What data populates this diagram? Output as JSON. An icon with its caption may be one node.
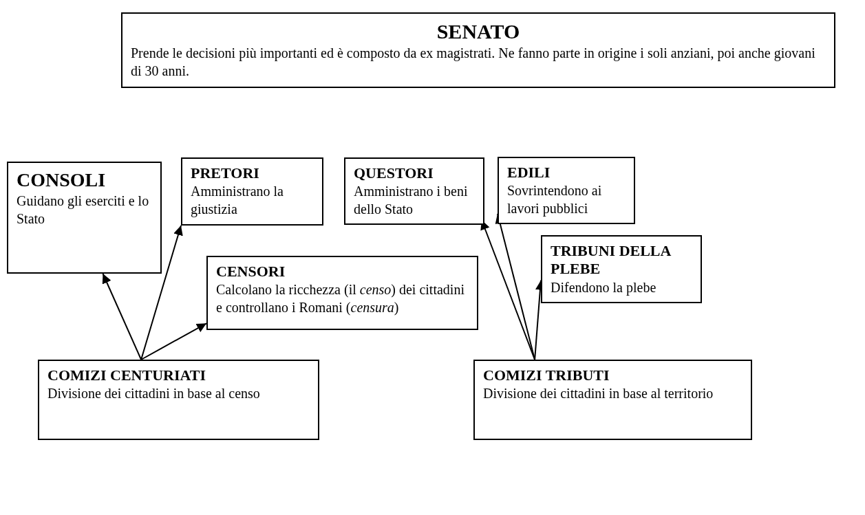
{
  "diagram": {
    "nodes": [
      {
        "text": [
          "SENATO",
          "Prende le decisioni più importanti ed è composto da ex magistrati. Ne fanno parte in origine i soli anziani, poi anche giovani di 30 anni."
        ]
      },
      {
        "text": [
          "CONSOLI",
          "Guidano gli eserciti e lo Stato"
        ]
      },
      {
        "text": [
          "PRETORI",
          "Amministrano la giustizia"
        ]
      },
      {
        "text": [
          "QUESTORI",
          "Amministrano i beni dello Stato"
        ]
      },
      {
        "text": [
          "EDILI",
          "Sovrintendono ai lavori pubblici"
        ]
      },
      {
        "text": [
          "CENSORI",
          "Calcolano la ricchezza (il *censo*) dei cittadini e controllano i Romani (*censura*)"
        ]
      },
      {
        "text": [
          "TRIBUNI DELLA PLEBE",
          "Difendono la plebe"
        ]
      },
      {
        "text": [
          "COMIZI CENTURIATI",
          "Divisione dei cittadini in base al censo"
        ]
      },
      {
        "text": [
          "COMIZI TRIBUTI",
          "Divisione dei cittadini in base al territorio"
        ]
      }
    ],
    "edges": [
      {
        "from": 7,
        "to": 1,
        "arrow": "to"
      },
      {
        "from": 7,
        "to": 2,
        "arrow": "to"
      },
      {
        "from": 7,
        "to": 5,
        "arrow": "to"
      },
      {
        "from": 8,
        "to": 3,
        "arrow": "to"
      },
      {
        "from": 8,
        "to": 4,
        "arrow": "to"
      },
      {
        "from": 8,
        "to": 6,
        "arrow": "to"
      }
    ]
  }
}
